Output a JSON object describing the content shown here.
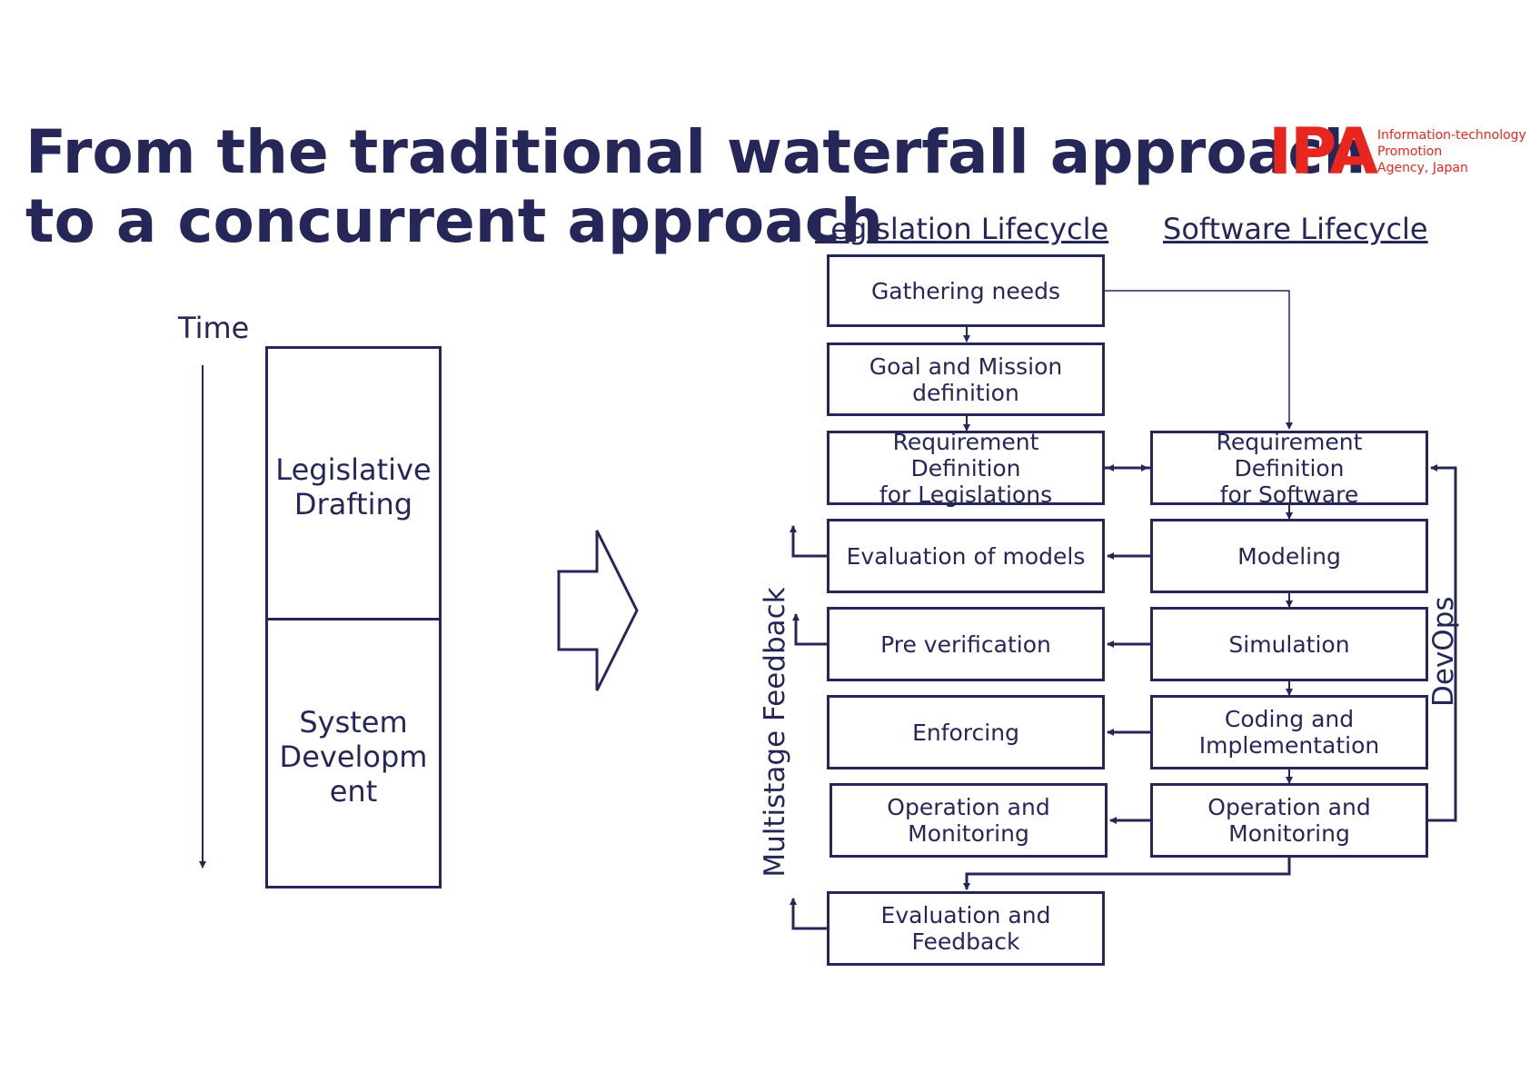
{
  "title": {
    "line1": "From the traditional waterfall approach",
    "line2": "to a concurrent approach"
  },
  "logo": {
    "mark": "IPA",
    "text_lines": [
      "Information-technology",
      "Promotion",
      "Agency, Japan"
    ]
  },
  "waterfall": {
    "time_label": "Time",
    "stage1": [
      "Legislative",
      "Drafting"
    ],
    "stage2": [
      "System",
      "Developm",
      "ent"
    ]
  },
  "columns": {
    "legislation": "Legislation Lifecycle",
    "software": "Software Lifecycle"
  },
  "legislation_steps": [
    "Gathering needs",
    "Goal and Mission\ndefinition",
    "Requirement Definition\nfor Legislations",
    "Evaluation of models",
    "Pre verification",
    "Enforcing",
    "Operation and\nMonitoring",
    "Evaluation and\nFeedback"
  ],
  "software_steps": [
    "Requirement Definition\nfor Software",
    "Modeling",
    "Simulation",
    "Coding and\nImplementation",
    "Operation and\nMonitoring"
  ],
  "side_labels": {
    "feedback": "Multistage Feedback",
    "devops": "DevOps"
  },
  "colors": {
    "primary": "#262759",
    "logo": "#e8261d",
    "background": "#ffffff"
  }
}
